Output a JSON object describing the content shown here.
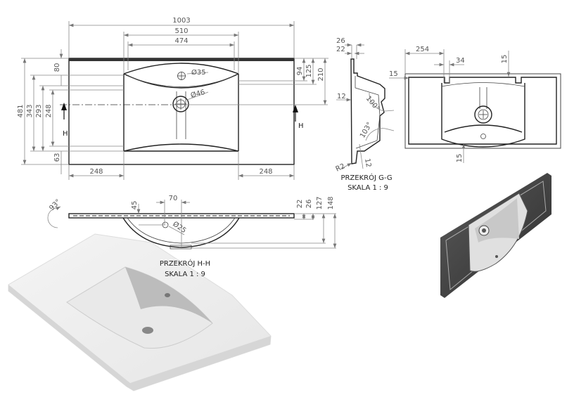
{
  "top_view": {
    "dims": {
      "overall_width": "1003",
      "basin_outer_width": "510",
      "basin_inner_width": "474",
      "overall_depth": "481",
      "d343": "343",
      "d293": "293",
      "d248_vert": "248",
      "d80": "80",
      "d63": "63",
      "d94": "94",
      "d125": "125",
      "d210": "210",
      "left_margin": "248",
      "right_margin": "248",
      "overflow_dia": "Ø35",
      "drain_dia": "Ø46"
    },
    "section_marker": "H"
  },
  "section_gg": {
    "dims": {
      "d26": "26",
      "d22": "22",
      "d12": "12",
      "angle100": "100°",
      "angle103": "103°",
      "r2": "R2",
      "d12b": "12"
    },
    "title": "PRZEKRÓJ G-G",
    "scale": "SKALA 1 : 9"
  },
  "bottom_view": {
    "dims": {
      "d254": "254",
      "d34": "34",
      "d15_top": "15",
      "d15_left": "15",
      "d15_bottom": "15"
    }
  },
  "section_hh": {
    "dims": {
      "angle": "93°",
      "d45": "45",
      "d70": "70",
      "hole_dia": "Ø25",
      "d22": "22",
      "d26": "26",
      "d127": "127",
      "d148": "148"
    },
    "title": "PRZEKRÓJ H-H",
    "scale": "SKALA 1 : 9"
  }
}
